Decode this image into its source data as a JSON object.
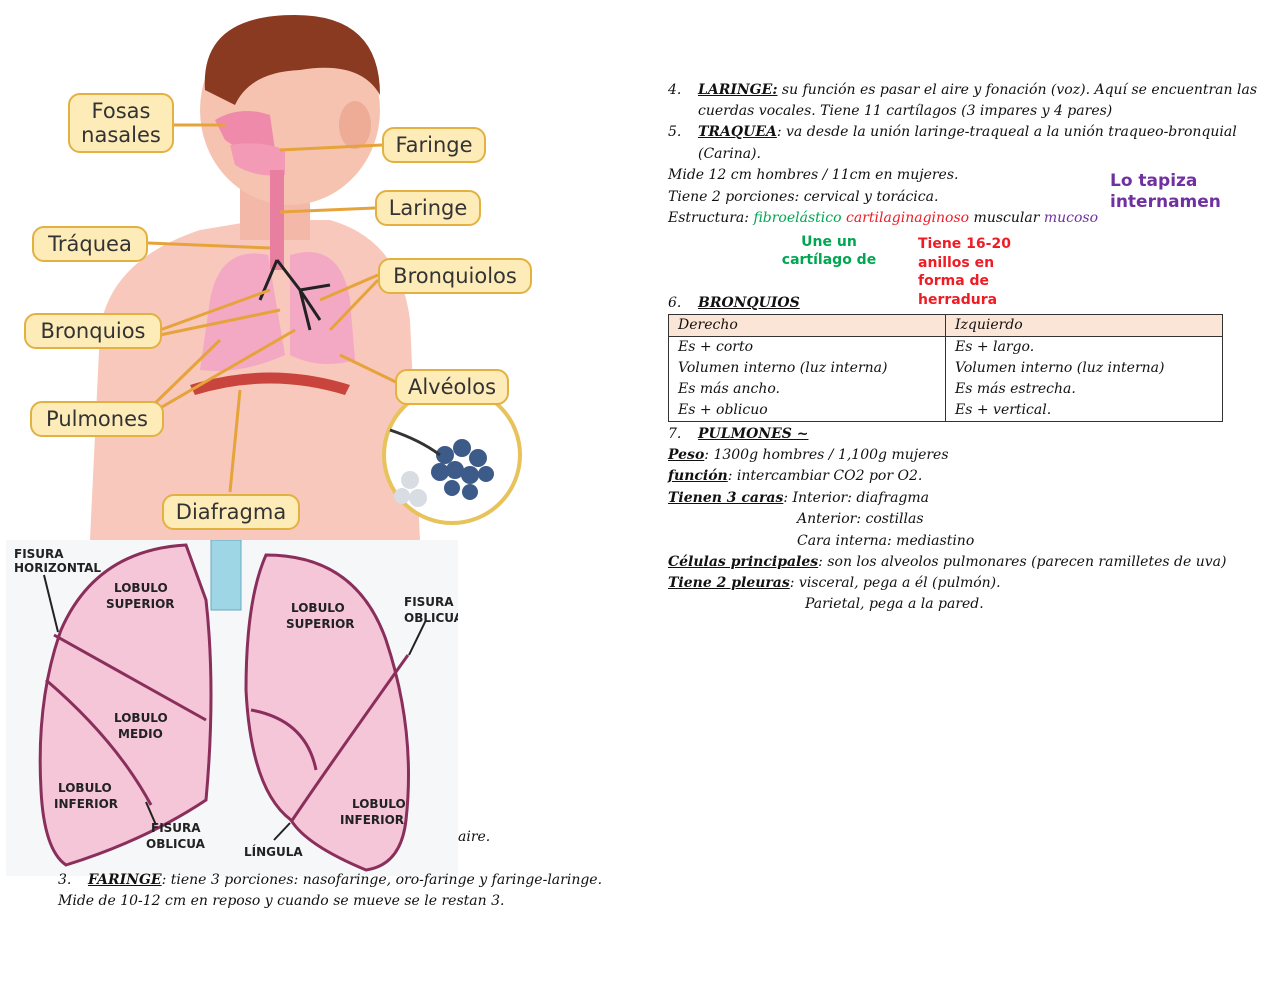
{
  "respiratory_figure": {
    "labels": {
      "fosas_nasales": "Fosas\nnasales",
      "faringe": "Faringe",
      "laringe": "Laringe",
      "traquea": "Tráquea",
      "bronquiolos": "Bronquiolos",
      "bronquios": "Bronquios",
      "alveolos": "Alvéolos",
      "pulmones": "Pulmones",
      "diafragma": "Diafragma"
    }
  },
  "lung_figure": {
    "labels": {
      "fisura_horizontal": "FISURA HORIZONTAL",
      "lobulo_superior_left": "LOBULO SUPERIOR",
      "lobulo_superior_right": "LOBULO SUPERIOR",
      "fisura_oblicua_right": "FISURA OBLICUA",
      "lobulo_medio": "LOBULO MEDIO",
      "lobulo_inferior_left": "LOBULO INFERIOR",
      "lobulo_inferior_right": "LOBULO INFERIOR",
      "fisura_oblicua_bottom": "FISURA OBLICUA",
      "lingula": "LÍNGULA"
    }
  },
  "left_text": {
    "partial_line": "aire.",
    "item3_num": "3.",
    "item3_title": "FARINGE",
    "item3_text": ": tiene 3 porciones: nasofaringe, oro-faringe y faringe-laringe.",
    "item3_line2": "Mide de 10-12 cm en reposo y cuando se mueve se le restan 3."
  },
  "notes": {
    "item4_num": "4.",
    "item4_title": "LARINGE:",
    "item4_text": " su función es pasar el aire y fonación (voz). Aquí se encuentran las",
    "item4_line2": "cuerdas vocales. Tiene 11 cartílagos (3 impares y 4 pares)",
    "item5_num": "5.",
    "item5_title": "TRAQUEA",
    "item5_text": ": va desde la unión laringe-traqueal a la unión traqueo-bronquial",
    "item5_line2": "(Carina).",
    "mide": "Mide 12 cm hombres / 11cm en mujeres.",
    "porciones": "Tiene 2 porciones: cervical y torácica.",
    "estructura_label": "Estructura: ",
    "estructura_fibro": "fibroelástico",
    "estructura_cart": "cartilaginaginoso",
    "estructura_musc": " muscular ",
    "estructura_muc": "mucoso",
    "item6_num": "6.",
    "item6_title": "BRONQUIOS",
    "item7_num": "7.",
    "item7_title": "PULMONES ~",
    "peso_label": "Peso",
    "peso_text": ": 1300g hombres / 1,100g mujeres",
    "funcion_label": "función",
    "funcion_text": ": intercambiar CO2 por O2.",
    "caras_label": "Tienen 3 caras",
    "caras_text": ": Interior: diafragma",
    "caras_anterior": "Anterior: costillas",
    "caras_interna": "Cara interna: mediastino",
    "celulas_label": "Células principales",
    "celulas_text": ": son los alveolos pulmonares (parecen ramilletes de uva)",
    "pleuras_label": "Tiene 2 pleuras",
    "pleuras_text": ": visceral, pega a él (pulmón).",
    "pleuras_parietal": "Parietal, pega a la pared."
  },
  "comments": {
    "purple": "Lo tapiza\ninternamen",
    "green": "Une un\ncartílago de",
    "red": "Tiene 16-20\nanillos en\nforma de\nherradura"
  },
  "bronquios_table": {
    "headers": [
      "Derecho",
      "Izquierdo"
    ],
    "derecho": [
      "Es + corto",
      "Volumen interno (luz interna)",
      "Es más ancho.",
      "Es + oblicuo"
    ],
    "izquierdo": [
      "Es + largo.",
      "Volumen interno (luz interna)",
      "Es más estrecha.",
      "Es + vertical."
    ]
  },
  "colors": {
    "green": "#00a651",
    "red": "#ee1c25",
    "purple": "#7030a0",
    "label_fill": "#fdebb8",
    "lung_pink": "#f4c6d8"
  }
}
